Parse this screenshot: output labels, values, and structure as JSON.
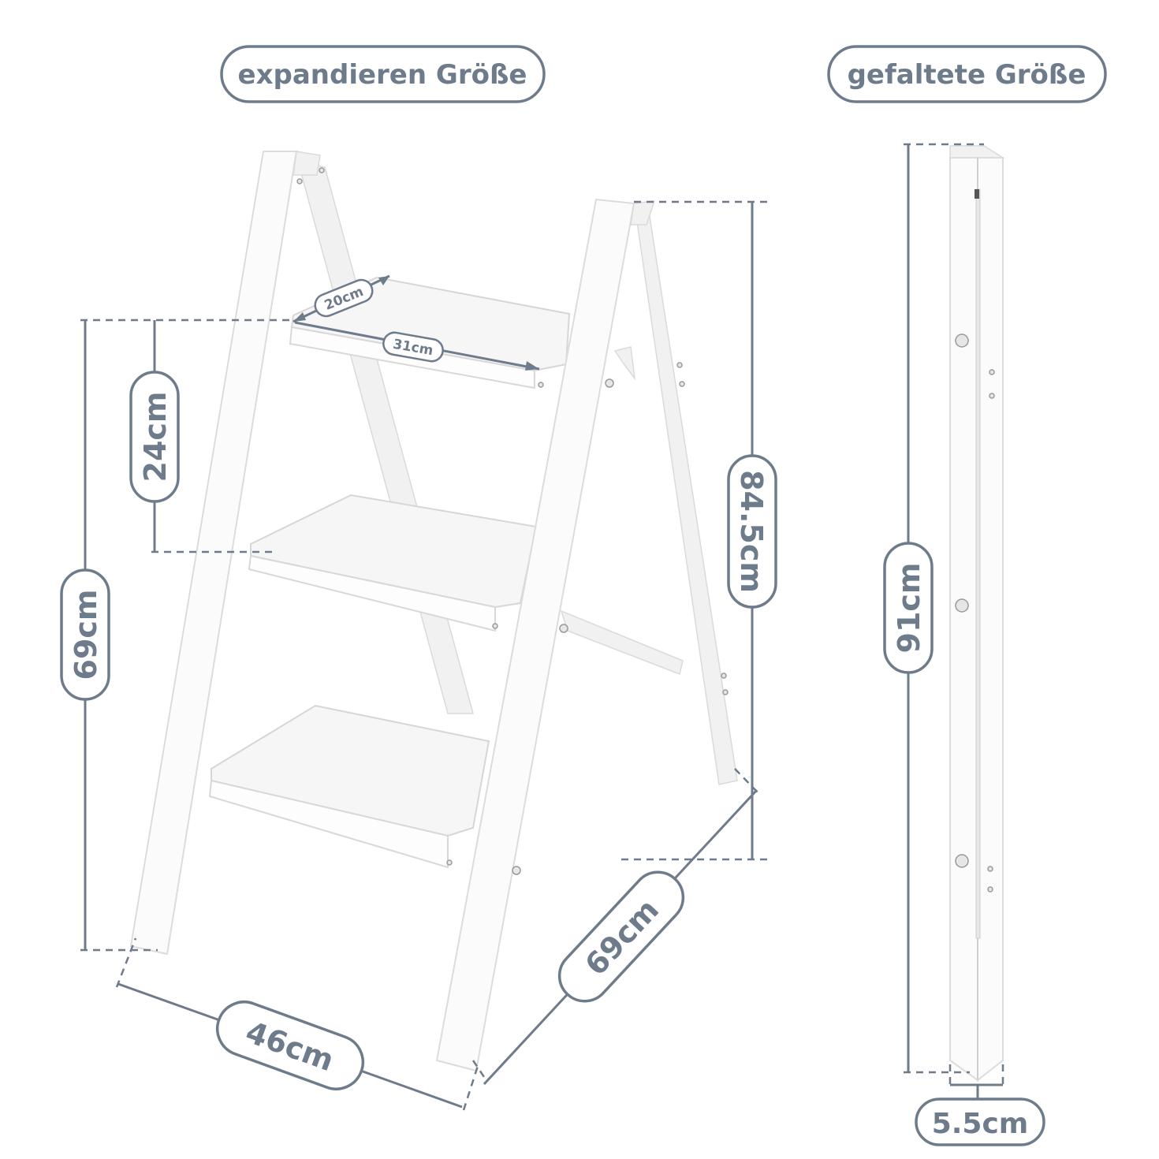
{
  "headings": {
    "expanded": "expandieren Größe",
    "folded": "gefaltete Größe"
  },
  "dimensions": {
    "step_depth": "20cm",
    "step_width": "31cm",
    "step_spacing": "24cm",
    "platform_height": "69cm",
    "total_height": "84.5cm",
    "base_width": "46cm",
    "base_depth": "69cm",
    "folded_height": "91cm",
    "folded_thickness": "5.5cm"
  },
  "colors": {
    "accent": "#6e7b8b",
    "ladder": "#fbfbfb",
    "background": "#ffffff"
  }
}
